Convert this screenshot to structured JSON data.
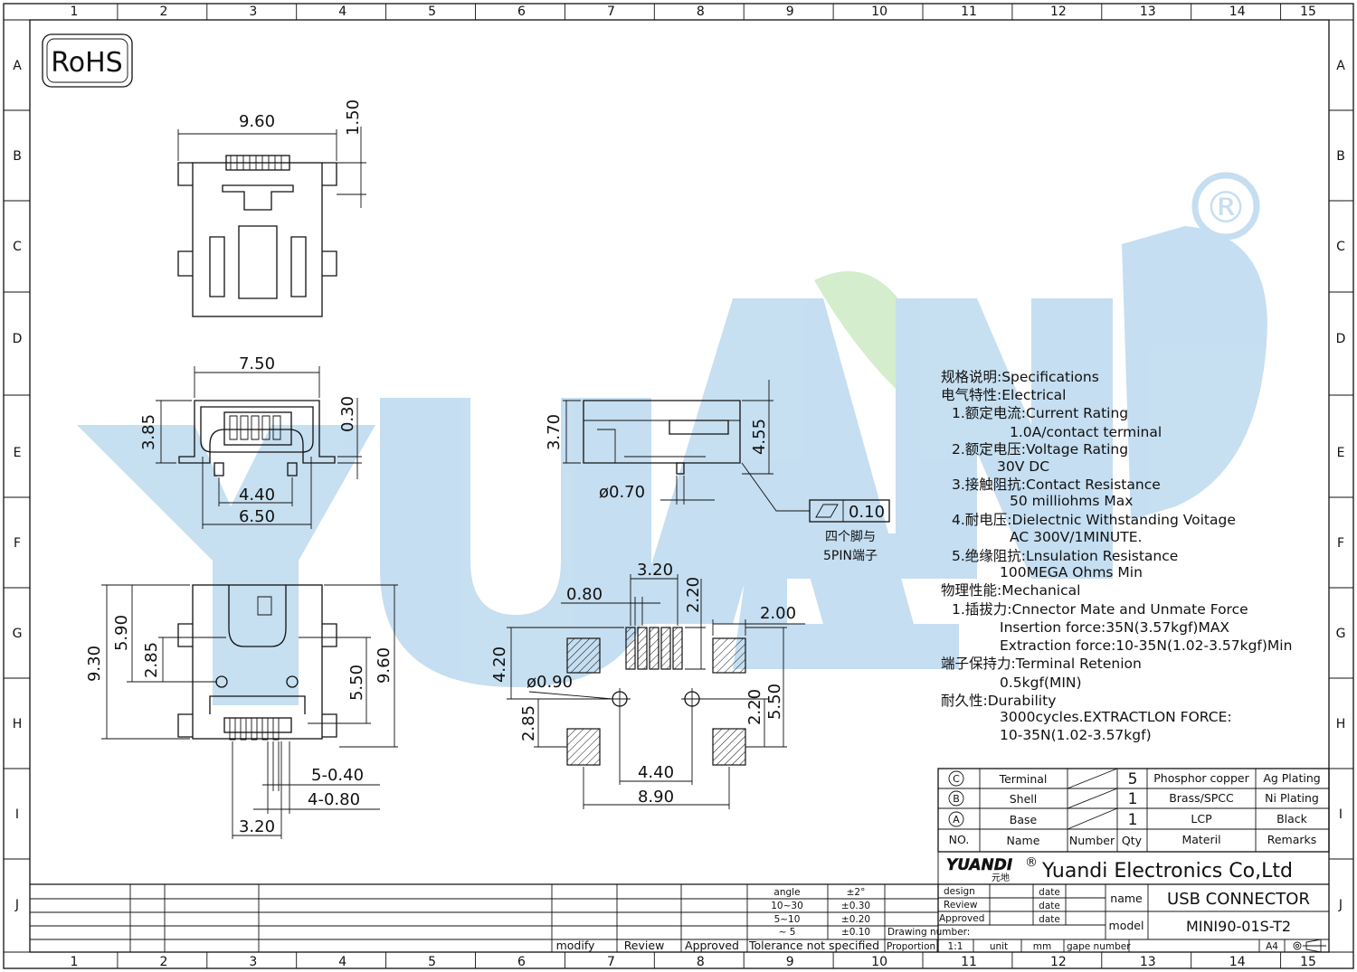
{
  "compliance": {
    "rohs": "RoHS"
  },
  "frame": {
    "columns": [
      "1",
      "2",
      "3",
      "4",
      "5",
      "6",
      "7",
      "8",
      "9",
      "10",
      "11",
      "12",
      "13",
      "14",
      "15"
    ],
    "rows": [
      "A",
      "B",
      "C",
      "D",
      "E",
      "F",
      "G",
      "H",
      "I",
      "J"
    ]
  },
  "watermark": {
    "registered": "®"
  },
  "dimensions": {
    "top_view": {
      "width": "9.60",
      "height": "1.50"
    },
    "front_view": {
      "width": "7.50",
      "height": "3.85",
      "offset": "0.30",
      "inner": "4.40",
      "outer": "6.50"
    },
    "side_view": {
      "height": "3.70",
      "total": "4.55",
      "pin_diameter": "ø0.70",
      "flatness": "0.10",
      "flatness_note_cn": "四个脚与",
      "flatness_note_pin": "5PIN端子"
    },
    "bottom_view": {
      "total": "9.30",
      "upper": "5.90",
      "mid": "2.85",
      "lower": "5.50",
      "overall": "9.60",
      "pitch_a": "5-0.40",
      "pitch_b": "4-0.80",
      "span": "3.20"
    },
    "footprint": {
      "span_top": "3.20",
      "pad_w": "0.80",
      "pad_h": "2.20",
      "side_pad": "2.00",
      "height": "4.20",
      "hole": "ø0.90",
      "hole_y": "2.85",
      "hole_y2": "2.20",
      "total_h": "5.50",
      "hole_pitch": "4.40",
      "total_w": "8.90"
    }
  },
  "specifications": [
    "规格说明:Specifications",
    "电气特性:Electrical",
    "1.额定电流:Current  Rating",
    "1.0A/contact  terminal",
    "2.额定电压:Voltage  Rating",
    "30V  DC",
    "3.接触阻抗:Contact  Resistance",
    "50  milliohms  Max",
    "4.耐电压:Dielectnic  Withstanding  Voitage",
    "AC  300V/1MINUTE.",
    "5.绝缘阻抗:Lnsulation  Resistance",
    "100MEGA  Ohms  Min",
    "物理性能:Mechanical",
    "1.插拔力:Cnnector  Mate  and  Unmate  Force",
    "Insertion  force:35N(3.57kgf)MAX",
    "Extraction  force:10-35N(1.02-3.57kgf)Min",
    "端子保持力:Terminal  Retenion",
    "0.5kgf(MIN)",
    "耐久性:Durability",
    "3000cycles.EXTRACTLON  FORCE:",
    "10-35N(1.02-3.57kgf)"
  ],
  "bom": {
    "rows": [
      {
        "no": "C",
        "name": "Terminal",
        "qty": "5",
        "material": "Phosphor  copper",
        "remarks": "Ag  Plating"
      },
      {
        "no": "B",
        "name": "Shell",
        "qty": "1",
        "material": "Brass/SPCC",
        "remarks": "Ni  Plating"
      },
      {
        "no": "A",
        "name": "Base",
        "qty": "1",
        "material": "LCP",
        "remarks": "Black"
      }
    ],
    "header": {
      "no": "NO.",
      "name": "Name",
      "number": "Number",
      "qty": "Qty",
      "material": "Materil",
      "remarks": "Remarks"
    }
  },
  "title_block": {
    "logo": "YUANDI",
    "logo_cn": "元地",
    "company": "Yuandi  Electronics  Co,Ltd",
    "labels": {
      "design": "design",
      "review": "Review",
      "approved": "Approved",
      "date": "date",
      "drawing_number": "Drawing number:",
      "proportion": "Proportion",
      "scale": "1:1",
      "unit": "unit",
      "mm": "mm",
      "page_number": "gape number",
      "name": "name",
      "model": "model",
      "sheet_size": "A4"
    },
    "product_name": "USB  CONNECTOR",
    "model_no": "MINI90-01S-T2"
  },
  "tolerance": {
    "angle_label": "angle",
    "angle_tol": "±2°",
    "rows": [
      {
        "range": "10~30",
        "tol": "±0.30"
      },
      {
        "range": "5~10",
        "tol": "±0.20"
      },
      {
        "range": "~ 5",
        "tol": "±0.10"
      }
    ],
    "footer": {
      "modify": "modify",
      "review": "Review",
      "approved": "Approved",
      "tolerance_note": "Tolerance  not  specified"
    }
  }
}
